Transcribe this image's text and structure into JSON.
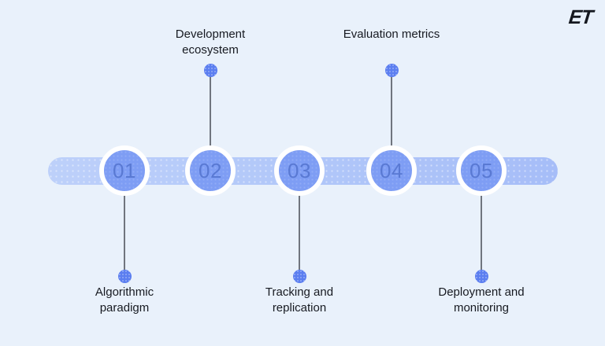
{
  "page": {
    "background_color": "#e9f1fb"
  },
  "logo": {
    "text": "ET"
  },
  "timeline": {
    "bar_color_start": "#bdd0fa",
    "bar_color_end": "#a6bdf8",
    "circle_fill": "#7e9df4",
    "circle_ring": "#ffffff",
    "number_color": "#5979d3",
    "dot_color": "#5b7ef0",
    "line_color": "#70757e",
    "label_color": "#171a21",
    "steps": [
      {
        "number": "01",
        "label": "Algorithmic paradigm",
        "label_position": "below"
      },
      {
        "number": "02",
        "label": "Development ecosystem",
        "label_position": "above"
      },
      {
        "number": "03",
        "label": "Tracking and replication",
        "label_position": "below"
      },
      {
        "number": "04",
        "label": "Evaluation metrics",
        "label_position": "above"
      },
      {
        "number": "05",
        "label": "Deployment and monitoring",
        "label_position": "below"
      }
    ]
  }
}
